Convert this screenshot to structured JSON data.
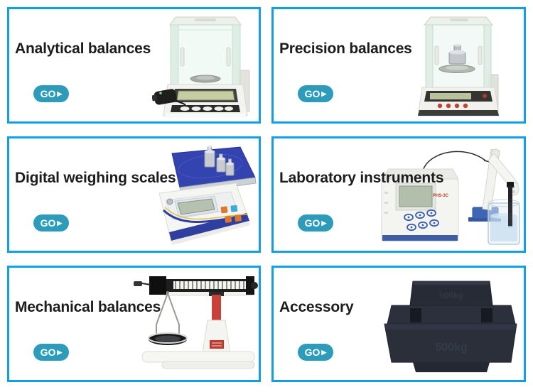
{
  "theme": {
    "card_border_color": "#119ee8",
    "go_button_color": "#2d9cba",
    "go_button_text_color": "#ffffff",
    "title_color": "#1c1c1c",
    "background_color": "#ffffff"
  },
  "go_button": {
    "label": "GO",
    "arrow_icon": "▶"
  },
  "cards": [
    {
      "title": "Analytical balances",
      "image_name": "analytical-balance-photo"
    },
    {
      "title": "Precision balances",
      "image_name": "precision-balance-photo"
    },
    {
      "title": "Digital weighing scales",
      "image_name": "digital-weighing-scale-photo"
    },
    {
      "title": "Laboratory instruments",
      "image_name": "ph-meter-photo",
      "image_text": "PHS-3C"
    },
    {
      "title": "Mechanical balances",
      "image_name": "mechanical-balance-photo"
    },
    {
      "title": "Accessory",
      "image_name": "cast-iron-test-weight-photo",
      "image_text": "500kg"
    }
  ]
}
